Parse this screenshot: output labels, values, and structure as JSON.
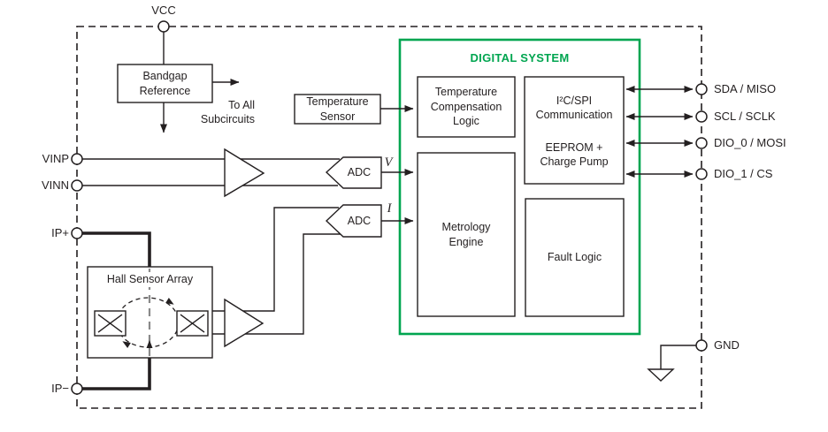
{
  "pins": {
    "vcc": {
      "label": "VCC"
    },
    "vinp": {
      "label": "VINP"
    },
    "vinn": {
      "label": "VINN"
    },
    "ip_plus": {
      "label": "IP+"
    },
    "ip_minus": {
      "label": "IP−"
    },
    "sda": {
      "label": "SDA / MISO"
    },
    "scl": {
      "label": "SCL / SCLK"
    },
    "dio0": {
      "label": "DIO_0 / MOSI"
    },
    "dio1": {
      "label": "DIO_1 / CS"
    },
    "gnd": {
      "label": "GND"
    }
  },
  "blocks": {
    "bandgap": {
      "label": "Bandgap\nReference"
    },
    "to_all_subcircuits": {
      "label": "To All\nSubcircuits"
    },
    "temperature_sensor": {
      "label": "Temperature\nSensor"
    },
    "digital_system": {
      "title": "DIGITAL SYSTEM"
    },
    "temperature_compensation": {
      "label": "Temperature\nCompensation\nLogic"
    },
    "communication": {
      "label": "I²C/SPI\nCommunication"
    },
    "eeprom_charge_pump": {
      "label": "EEPROM +\nCharge Pump"
    },
    "metrology_engine": {
      "label": "Metrology\nEngine"
    },
    "fault_logic": {
      "label": "Fault Logic"
    },
    "hall_sensor_array": {
      "label": "Hall Sensor Array"
    },
    "adc_voltage": {
      "label": "ADC"
    },
    "adc_current": {
      "label": "ADC"
    }
  },
  "signals": {
    "voltage": "V",
    "current": "I"
  },
  "colors": {
    "accent_green": "#00A550",
    "line": "#231F20"
  }
}
